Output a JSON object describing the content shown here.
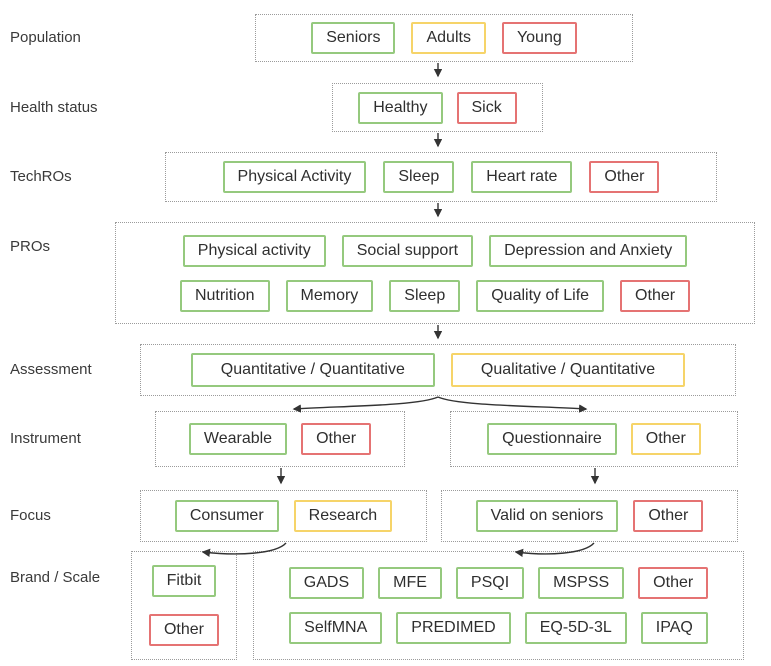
{
  "palette": {
    "green": "#95c97e",
    "yellow": "#f6d469",
    "red": "#e57373",
    "arrow": "#333333",
    "container_border": "#9b9b9b",
    "text": "#2f2f2f"
  },
  "rows": {
    "population": {
      "label": "Population",
      "boxes": [
        {
          "text": "Seniors",
          "status": "green"
        },
        {
          "text": "Adults",
          "status": "yellow"
        },
        {
          "text": "Young",
          "status": "red"
        }
      ]
    },
    "health": {
      "label": "Health status",
      "boxes": [
        {
          "text": "Healthy",
          "status": "green"
        },
        {
          "text": "Sick",
          "status": "red"
        }
      ]
    },
    "techros": {
      "label": "TechROs",
      "boxes": [
        {
          "text": "Physical Activity",
          "status": "green"
        },
        {
          "text": "Sleep",
          "status": "green"
        },
        {
          "text": "Heart rate",
          "status": "green"
        },
        {
          "text": "Other",
          "status": "red"
        }
      ]
    },
    "pros": {
      "label": "PROs",
      "line1": [
        {
          "text": "Physical activity",
          "status": "green"
        },
        {
          "text": "Social support",
          "status": "green"
        },
        {
          "text": "Depression and Anxiety",
          "status": "green"
        }
      ],
      "line2": [
        {
          "text": "Nutrition",
          "status": "green"
        },
        {
          "text": "Memory",
          "status": "green"
        },
        {
          "text": "Sleep",
          "status": "green"
        },
        {
          "text": "Quality of Life",
          "status": "green"
        },
        {
          "text": "Other",
          "status": "red"
        }
      ]
    },
    "assessment": {
      "label": "Assessment",
      "boxes": [
        {
          "text": "Quantitative / Quantitative",
          "status": "green"
        },
        {
          "text": "Qualitative / Quantitative",
          "status": "yellow"
        }
      ]
    },
    "instrument": {
      "label": "Instrument",
      "left": [
        {
          "text": "Wearable",
          "status": "green"
        },
        {
          "text": "Other",
          "status": "red"
        }
      ],
      "right": [
        {
          "text": "Questionnaire",
          "status": "green"
        },
        {
          "text": "Other",
          "status": "yellow"
        }
      ]
    },
    "focus": {
      "label": "Focus",
      "left": [
        {
          "text": "Consumer",
          "status": "green"
        },
        {
          "text": "Research",
          "status": "yellow"
        }
      ],
      "right": [
        {
          "text": "Valid on seniors",
          "status": "green"
        },
        {
          "text": "Other",
          "status": "red"
        }
      ]
    },
    "brand": {
      "label": "Brand / Scale",
      "left": [
        {
          "text": "Fitbit",
          "status": "green"
        },
        {
          "text": "Other",
          "status": "red"
        }
      ],
      "right_line1": [
        {
          "text": "GADS",
          "status": "green"
        },
        {
          "text": "MFE",
          "status": "green"
        },
        {
          "text": "PSQI",
          "status": "green"
        },
        {
          "text": "MSPSS",
          "status": "green"
        },
        {
          "text": "Other",
          "status": "red"
        }
      ],
      "right_line2": [
        {
          "text": "SelfMNA",
          "status": "green"
        },
        {
          "text": "PREDIMED",
          "status": "green"
        },
        {
          "text": "EQ-5D-3L",
          "status": "green"
        },
        {
          "text": "IPAQ",
          "status": "green"
        }
      ]
    }
  }
}
